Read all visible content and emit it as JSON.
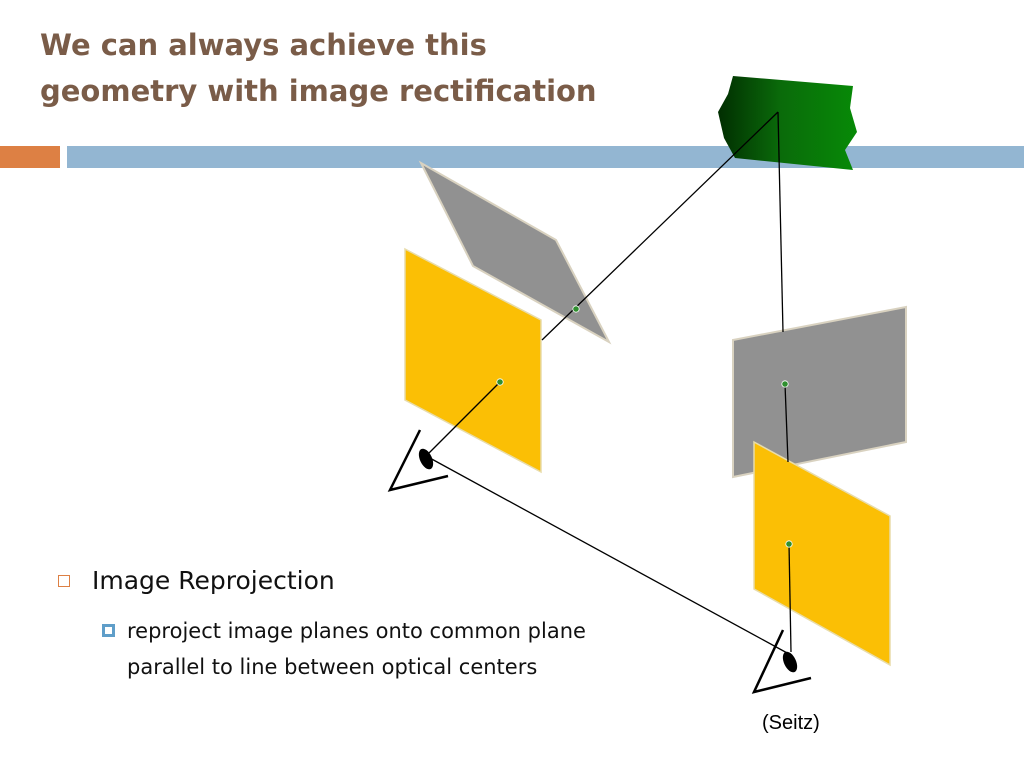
{
  "slide": {
    "title_line1": "We can always achieve this",
    "title_line2": "geometry with image rectification",
    "bullet": "Image Reprojection",
    "sub_bullet": "reproject image planes onto common plane parallel to line between optical centers",
    "credit": "(Seitz)"
  },
  "colors": {
    "title": "#7a5c48",
    "accent_bar": "#dd8044",
    "main_bar": "#93b6d2",
    "image_plane": "#fbbf05",
    "rectified_plane": "#919191",
    "scene_object": "#0b6b0b",
    "point": "#2f8f2f"
  },
  "icons": {
    "camera": "eye-icon"
  }
}
